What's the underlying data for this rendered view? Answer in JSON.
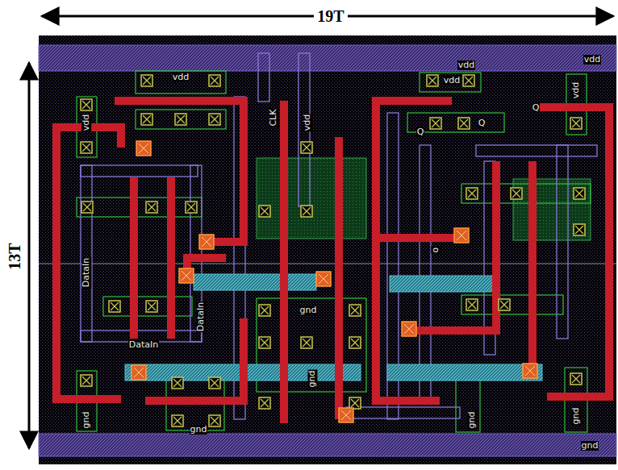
{
  "diagram": {
    "labels": [
      "19T",
      "13T",
      "vdd",
      "vdd",
      "CLK",
      "vdd",
      "vdd",
      "vdd",
      "vdd",
      "vdd",
      "Q",
      "Q",
      "Q",
      "DataIn",
      "DataIn",
      "DataIn",
      "gnd",
      "gnd",
      "gnd",
      "gnd",
      "o",
      "gnd",
      "gnd",
      "gnd"
    ]
  }
}
